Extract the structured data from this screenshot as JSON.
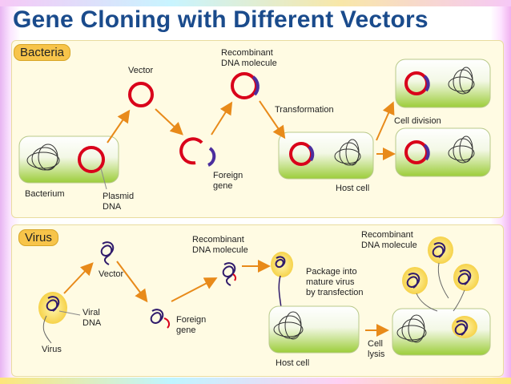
{
  "title": "Gene Cloning with Different Vectors",
  "bacteria": {
    "section_label": "Bacteria",
    "labels": {
      "vector": "Vector",
      "recombinant_1": "Recombinant",
      "recombinant_2": "DNA molecule",
      "transformation": "Transformation",
      "cell_division": "Cell division",
      "bacterium": "Bacterium",
      "plasmid_1": "Plasmid",
      "plasmid_2": "DNA",
      "foreign_1": "Foreign",
      "foreign_2": "gene",
      "host_cell": "Host cell"
    }
  },
  "virus": {
    "section_label": "Virus",
    "labels": {
      "vector": "Vector",
      "recombinant_1": "Recombinant",
      "recombinant_2": "DNA molecule",
      "recombinant_b_1": "Recombinant",
      "recombinant_b_2": "DNA molecule",
      "package_1": "Package into",
      "package_2": "mature virus",
      "package_3": "by transfection",
      "viral_1": "Viral",
      "viral_2": "DNA",
      "virus": "Virus",
      "foreign_1": "Foreign",
      "foreign_2": "gene",
      "cell_1": "Cell",
      "cell_2": "lysis",
      "host_cell": "Host cell"
    }
  },
  "colors": {
    "title": "#1a4b8c",
    "plasmid": "#d9001a",
    "insert": "#4b2e9e",
    "arrow": "#e88a1a",
    "badge": "#f7c44a"
  }
}
